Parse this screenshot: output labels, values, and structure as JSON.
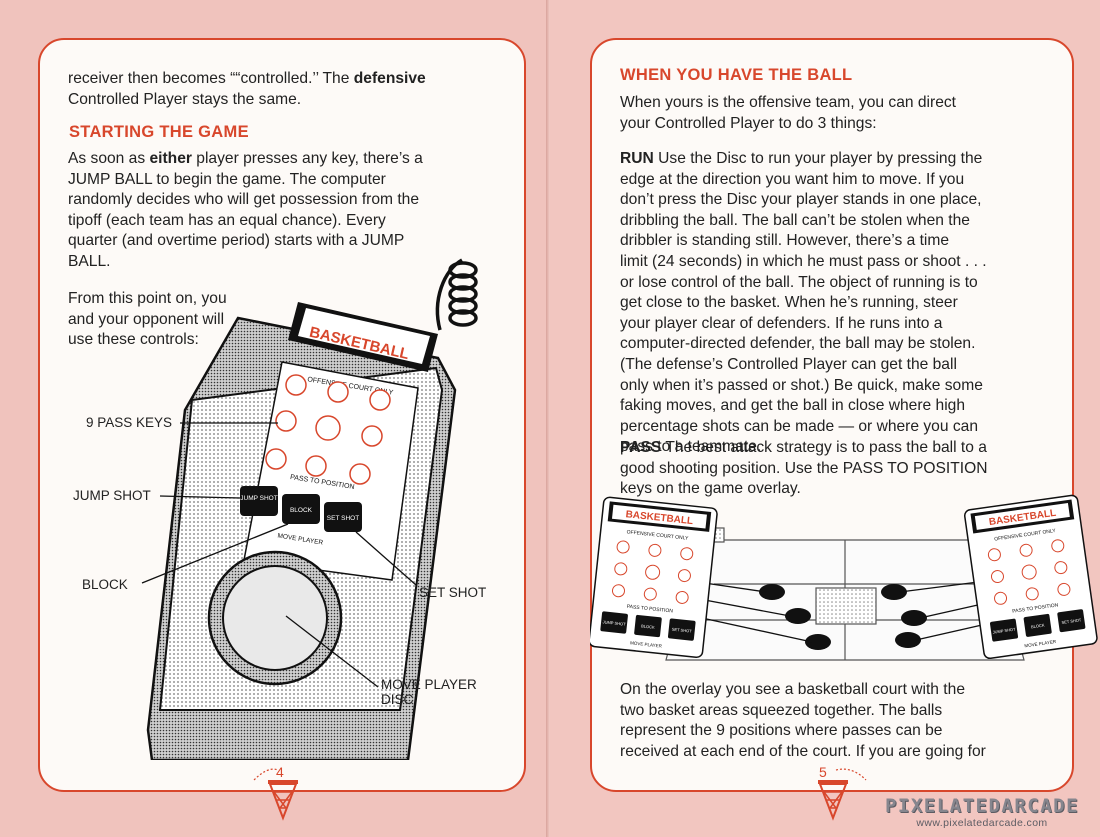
{
  "left_page": {
    "intro": {
      "line1_a": "receiver then becomes ““controlled.’’ The ",
      "line1_b": "defensive",
      "line2": "Controlled Player stays the same."
    },
    "heading": "STARTING THE GAME",
    "start_para": {
      "l1_a": "As soon as ",
      "l1_b": "either",
      "l1_c": " player presses any key, there’s a",
      "l2": "JUMP BALL to begin the game. The computer",
      "l3": "randomly decides who will get possession from the",
      "l4": "tipoff (each team has an equal chance). Every",
      "l5": "quarter (and overtime period) starts with a JUMP",
      "l6": "BALL."
    },
    "controls_para": {
      "l1": "From this point on, you",
      "l2": "and your opponent will",
      "l3": "use these controls:"
    },
    "device": {
      "brand": "BASKETBALL",
      "court_label": "OFFENSIVE COURT ONLY",
      "pass_label": "PASS TO POSITION",
      "move_label": "MOVE PLAYER",
      "keys": {
        "jump": "JUMP SHOT",
        "block": "BLOCK",
        "set": "SET SHOT"
      }
    },
    "callouts": {
      "pass_keys": "9 PASS KEYS",
      "jump_shot": "JUMP SHOT",
      "block": "BLOCK",
      "set_shot": "SET SHOT",
      "move_player_1": "MOVE PLAYER",
      "move_player_2": "DISC"
    },
    "page_number": "4"
  },
  "right_page": {
    "heading": "WHEN YOU HAVE THE BALL",
    "intro": {
      "l1": "When yours is the offensive team, you can direct",
      "l2": "your Controlled Player to do 3 things:"
    },
    "run": {
      "term": "RUN",
      "l1": " Use the Disc to run your player by pressing the",
      "l2": "edge at the direction you want him to move. If you",
      "l3": "don’t press the Disc your player stands in one place,",
      "l4": "dribbling the ball. The ball can’t be stolen when the",
      "l5": "dribbler is standing still. However, there’s a time",
      "l6": "limit (24 seconds) in which he must pass or shoot . . .",
      "l7": "or lose control of the ball. The object of running is to",
      "l8": "get close to the basket. When he’s running, steer",
      "l9": "your player clear of defenders. If he runs into a",
      "l10": "computer-directed defender, the ball may be stolen.",
      "l11": "(The defense’s Controlled Player can get the ball",
      "l12": "only when it’s passed or shot.) Be quick, make some",
      "l13": "faking moves, and get the ball in close where high",
      "l14": "percentage shots can be made — or where you can",
      "l15": "pass to a teammate."
    },
    "pass": {
      "term": "PASS",
      "l1": " The best attack strategy is to pass the ball to a",
      "l2": "good shooting position. Use the PASS TO POSITION",
      "l3": "keys on the game overlay."
    },
    "overlay": {
      "brand": "BASKETBALL",
      "court_label": "OFFENSIVE COURT ONLY",
      "pass_label": "PASS TO POSITION",
      "move_label": "MOVE PLAYER",
      "keys": {
        "jump": "JUMP SHOT",
        "block": "BLOCK",
        "set": "SET SHOT"
      }
    },
    "overlay_para": {
      "l1": "On the overlay you see a basketball court with the",
      "l2": "two basket areas squeezed together. The balls",
      "l3": "represent the 9 positions where passes can be",
      "l4": "received at each end of the court. If you are going for"
    },
    "page_number": "5"
  },
  "watermark": {
    "brand": "PIXELATEDARCADE",
    "url": "www.pixelatedarcade.com"
  },
  "colors": {
    "accent": "#d8472c",
    "page": "#f0c3bd",
    "panel": "#fdfaf7"
  }
}
